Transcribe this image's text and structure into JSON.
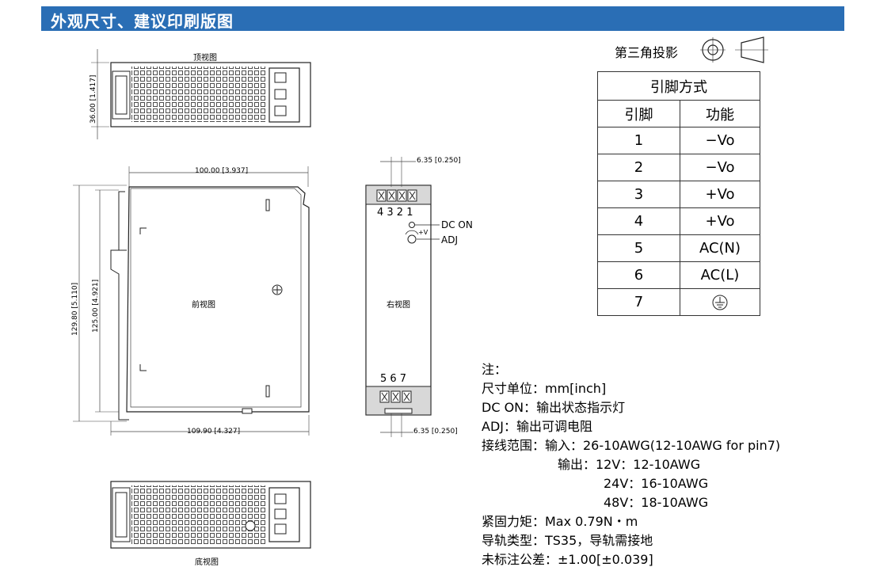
{
  "header": {
    "title": "外观尺寸、建议印刷版图"
  },
  "views": {
    "top": "顶视图",
    "front": "前视图",
    "right": "右视图",
    "bottom": "底视图"
  },
  "dimensions": {
    "top_height": "36.00 [1.417]",
    "front_width": "100.00 [3.937]",
    "total_height": "129.80 [5.110]",
    "body_height": "125.00 [4.921]",
    "total_width": "109.90 [4.327]",
    "pitch_top": "6.35 [0.250]",
    "pitch_bottom": "6.35 [0.250]"
  },
  "right_view": {
    "top_terminals": "4 3 2 1",
    "bottom_terminals": "5 6 7",
    "led_label": "DC ON",
    "adj_label": "ADJ",
    "plus_v": "+V"
  },
  "projection": {
    "label": "第三角投影"
  },
  "pin_table": {
    "title": "引脚方式",
    "col_pin": "引脚",
    "col_func": "功能",
    "rows": [
      {
        "pin": "1",
        "func": "−Vo"
      },
      {
        "pin": "2",
        "func": "−Vo"
      },
      {
        "pin": "3",
        "func": "+Vo"
      },
      {
        "pin": "4",
        "func": "+Vo"
      },
      {
        "pin": "5",
        "func": "AC(N)"
      },
      {
        "pin": "6",
        "func": "AC(L)"
      },
      {
        "pin": "7",
        "func": "",
        "icon": "ground-icon"
      }
    ]
  },
  "notes": {
    "heading": "注：",
    "l1": "尺寸单位：mm[inch]",
    "l2": "DC ON：输出状态指示灯",
    "l3": "ADJ：输出可调电阻",
    "l4": "接线范围：输入：26-10AWG(12-10AWG for pin7)",
    "l5": "输出：12V：12-10AWG",
    "l6": "24V：16-10AWG",
    "l7": "48V：18-10AWG",
    "l8": "紧固力矩：Max 0.79N・m",
    "l9": "导轨类型：TS35，导轨需接地",
    "l10": "未标注公差：±1.00[±0.039]"
  }
}
